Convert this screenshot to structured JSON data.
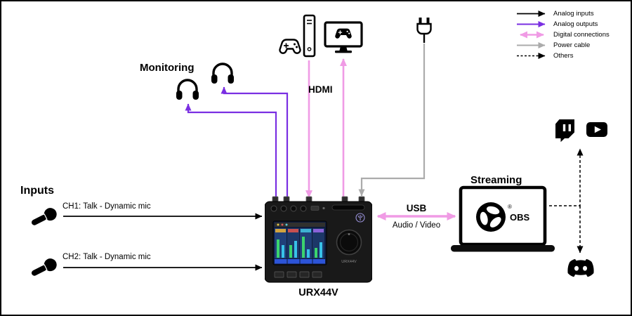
{
  "legend": {
    "items": [
      {
        "label": "Analog inputs"
      },
      {
        "label": "Analog outputs"
      },
      {
        "label": "Digital connections"
      },
      {
        "label": "Power cable"
      },
      {
        "label": "Others"
      }
    ]
  },
  "colors": {
    "analog_inputs": "#000000",
    "analog_outputs": "#7A2FE2",
    "digital_connections": "#F09BE5",
    "power_cable": "#ABABAB",
    "others": "#000000"
  },
  "inputs": {
    "title": "Inputs",
    "channels": [
      {
        "label": "CH1: Talk - Dynamic mic"
      },
      {
        "label": "CH2: Talk - Dynamic mic"
      }
    ]
  },
  "monitoring": {
    "title": "Monitoring"
  },
  "hdmi": {
    "label": "HDMI"
  },
  "usb": {
    "label": "USB",
    "sublabel": "Audio / Video"
  },
  "streaming": {
    "title": "Streaming",
    "app_label": "OBS",
    "registered_mark": "®"
  },
  "device": {
    "model": "URX44V",
    "panel_label": "URX44V"
  },
  "connections": [
    {
      "from": "mic-ch1",
      "to": "urx44v",
      "type": "analog-input"
    },
    {
      "from": "mic-ch2",
      "to": "urx44v",
      "type": "analog-input"
    },
    {
      "from": "urx44v",
      "to": "headphones-1",
      "type": "analog-output"
    },
    {
      "from": "urx44v",
      "to": "headphones-2",
      "type": "analog-output"
    },
    {
      "from": "game-console",
      "to": "urx44v",
      "type": "digital-hdmi"
    },
    {
      "from": "urx44v",
      "to": "gaming-monitor",
      "type": "digital-hdmi"
    },
    {
      "from": "power-plug",
      "to": "urx44v",
      "type": "power"
    },
    {
      "from": "urx44v",
      "to": "streaming-pc",
      "type": "digital-usb-audio-video",
      "bidirectional": true
    },
    {
      "from": "streaming-pc",
      "to": "twitch-youtube",
      "type": "other"
    },
    {
      "from": "streaming-pc",
      "to": "discord",
      "type": "other"
    }
  ]
}
